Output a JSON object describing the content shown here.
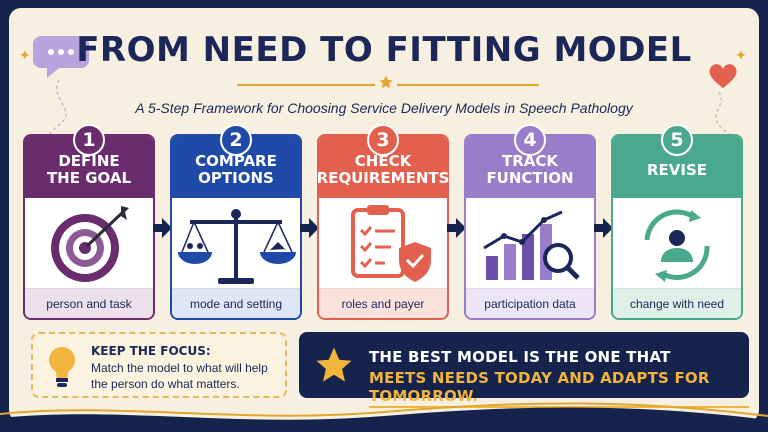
{
  "header": {
    "title": "FROM NEED TO FITTING MODEL",
    "subtitle": "A 5-Step Framework for Choosing Service Delivery Models in Speech Pathology"
  },
  "steps": [
    {
      "number": "1",
      "title_l1": "DEFINE",
      "title_l2": "THE GOAL",
      "footer": "person and task",
      "color": "#6b2c6e",
      "footer_bg": "#ece0ea",
      "icon": "target-icon"
    },
    {
      "number": "2",
      "title_l1": "COMPARE",
      "title_l2": "OPTIONS",
      "footer": "mode and setting",
      "color": "#1f4aa8",
      "footer_bg": "#dfe6f5",
      "icon": "scale-icon"
    },
    {
      "number": "3",
      "title_l1": "CHECK",
      "title_l2": "REQUIREMENTS",
      "footer": "roles and payer",
      "color": "#e4604e",
      "footer_bg": "#f9e2dc",
      "icon": "clipboard-shield-icon"
    },
    {
      "number": "4",
      "title_l1": "TRACK",
      "title_l2": "FUNCTION",
      "footer": "participation data",
      "color": "#9a7dc8",
      "footer_bg": "#ece5f5",
      "icon": "bar-chart-magnifier-icon"
    },
    {
      "number": "5",
      "title_l1": "REVISE",
      "title_l2": "",
      "footer": "change with need",
      "color": "#4aa98c",
      "footer_bg": "#dff0e9",
      "icon": "person-cycle-icon"
    }
  ],
  "focus": {
    "title": "KEEP THE FOCUS:",
    "text": "Match the model to what will help the person do what matters.",
    "icon": "lightbulb-icon"
  },
  "banner": {
    "line1": "THE BEST MODEL IS THE ONE THAT",
    "line2": "MEETS NEEDS TODAY AND ADAPTS FOR TOMORROW.",
    "icon": "star-icon"
  },
  "colors": {
    "navy": "#16234d",
    "cream": "#f7f0e1",
    "gold": "#f2b53c"
  }
}
